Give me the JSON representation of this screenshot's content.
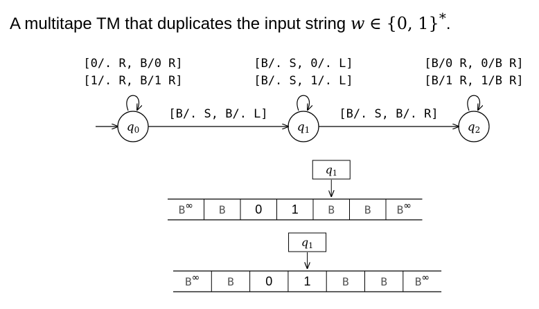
{
  "title": {
    "text": "A multitape TM that duplicates the input string",
    "var": "w",
    "elem": "∈",
    "set": "{0, 1}",
    "star": "*",
    "period": "."
  },
  "states": [
    {
      "id": "q0",
      "label": "q",
      "sub": "0"
    },
    {
      "id": "q1",
      "label": "q",
      "sub": "1"
    },
    {
      "id": "q2",
      "label": "q",
      "sub": "2"
    }
  ],
  "loops": [
    {
      "state": "q0",
      "lines": [
        "[0/. R,  B/0 R]",
        "[1/. R,  B/1 R]"
      ]
    },
    {
      "state": "q1",
      "lines": [
        "[B/. S,  0/. L]",
        "[B/. S,  1/. L]"
      ]
    },
    {
      "state": "q2",
      "lines": [
        "[B/0 R,  0/B R]",
        "[B/1 R,  1/B R]"
      ]
    }
  ],
  "transitions": [
    {
      "from": "q0",
      "to": "q1",
      "label": "[B/. S,  B/. L]"
    },
    {
      "from": "q1",
      "to": "q2",
      "label": "[B/. S,  B/. R]"
    }
  ],
  "tapes": [
    {
      "head_state": {
        "label": "q",
        "sub": "1"
      },
      "head_index": 4,
      "cells": [
        "B∞",
        "B",
        "0",
        "1",
        "B",
        "B",
        "B∞"
      ]
    },
    {
      "head_state": {
        "label": "q",
        "sub": "1"
      },
      "head_index": 3,
      "cells": [
        "B∞",
        "B",
        "0",
        "1",
        "B",
        "B",
        "B∞"
      ]
    }
  ],
  "colors": {
    "ink": "#000000",
    "tape_letter": "#555555"
  }
}
